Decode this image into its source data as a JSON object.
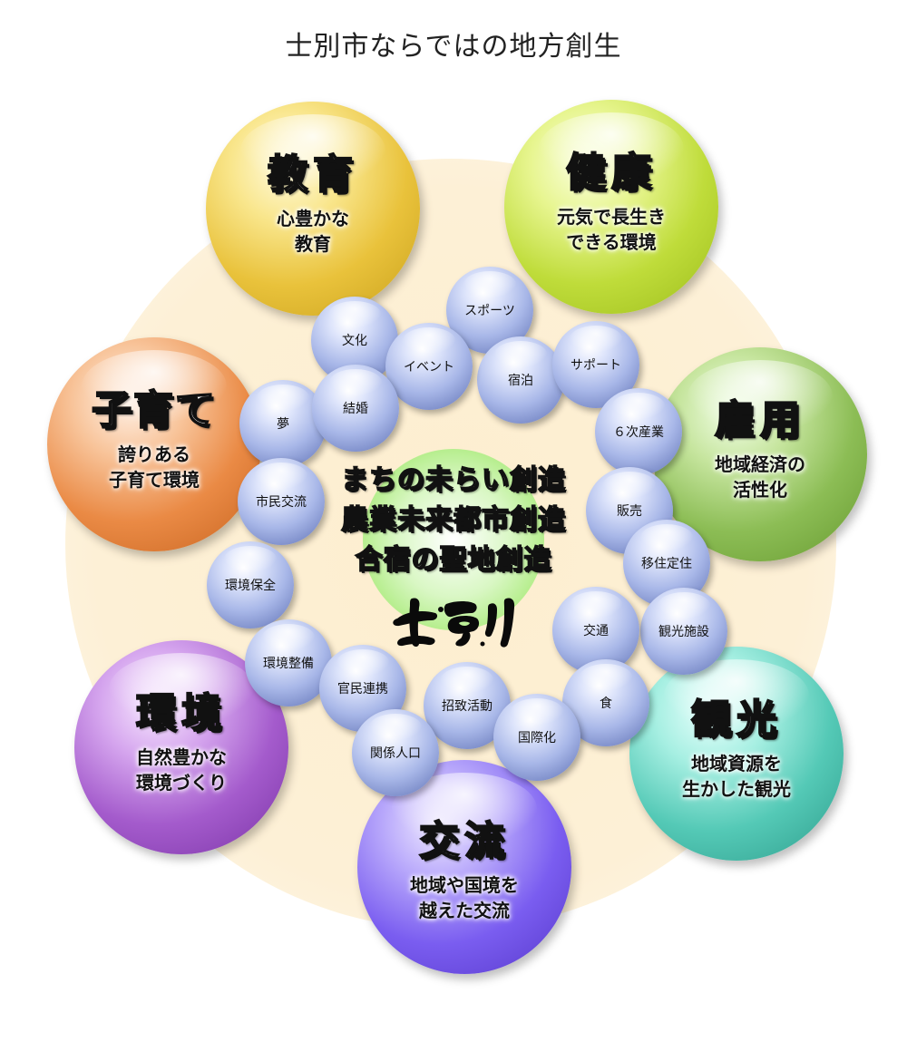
{
  "title": "士別市ならではの地方創生",
  "center": {
    "lines": [
      "まちの未らい創造",
      "農業未来都市創造",
      "合宿の聖地創造"
    ],
    "logo_text": "士別"
  },
  "pillars": {
    "education": {
      "title": "教育",
      "subtitle": [
        "心豊かな",
        "教育"
      ]
    },
    "health": {
      "title": "健康",
      "subtitle": [
        "元気で長生き",
        "できる環境"
      ]
    },
    "child": {
      "title": "子育て",
      "subtitle": [
        "誇りある",
        "子育て環境"
      ]
    },
    "employment": {
      "title": "雇用",
      "subtitle": [
        "地域経済の",
        "活性化"
      ]
    },
    "environment": {
      "title": "環境",
      "subtitle": [
        "自然豊かな",
        "環境づくり"
      ]
    },
    "tourism": {
      "title": "観光",
      "subtitle": [
        "地域資源を",
        "生かした観光"
      ]
    },
    "exchange": {
      "title": "交流",
      "subtitle": [
        "地域や国境を",
        "越えた交流"
      ]
    }
  },
  "keywords": {
    "sports": "スポーツ",
    "culture": "文化",
    "event": "イベント",
    "lodging": "宿泊",
    "support": "サポート",
    "dream": "夢",
    "marriage": "結婚",
    "sixth_industry": "６次産業",
    "civic_exchange": "市民交流",
    "sales": "販売",
    "migration": "移住定住",
    "env_conservation": "環境保全",
    "transport": "交通",
    "tourist_facility": "観光施設",
    "env_maintenance": "環境整備",
    "public_private": "官民連携",
    "invitation": "招致活動",
    "food": "食",
    "internationalization": "国際化",
    "related_population": "関係人口"
  }
}
